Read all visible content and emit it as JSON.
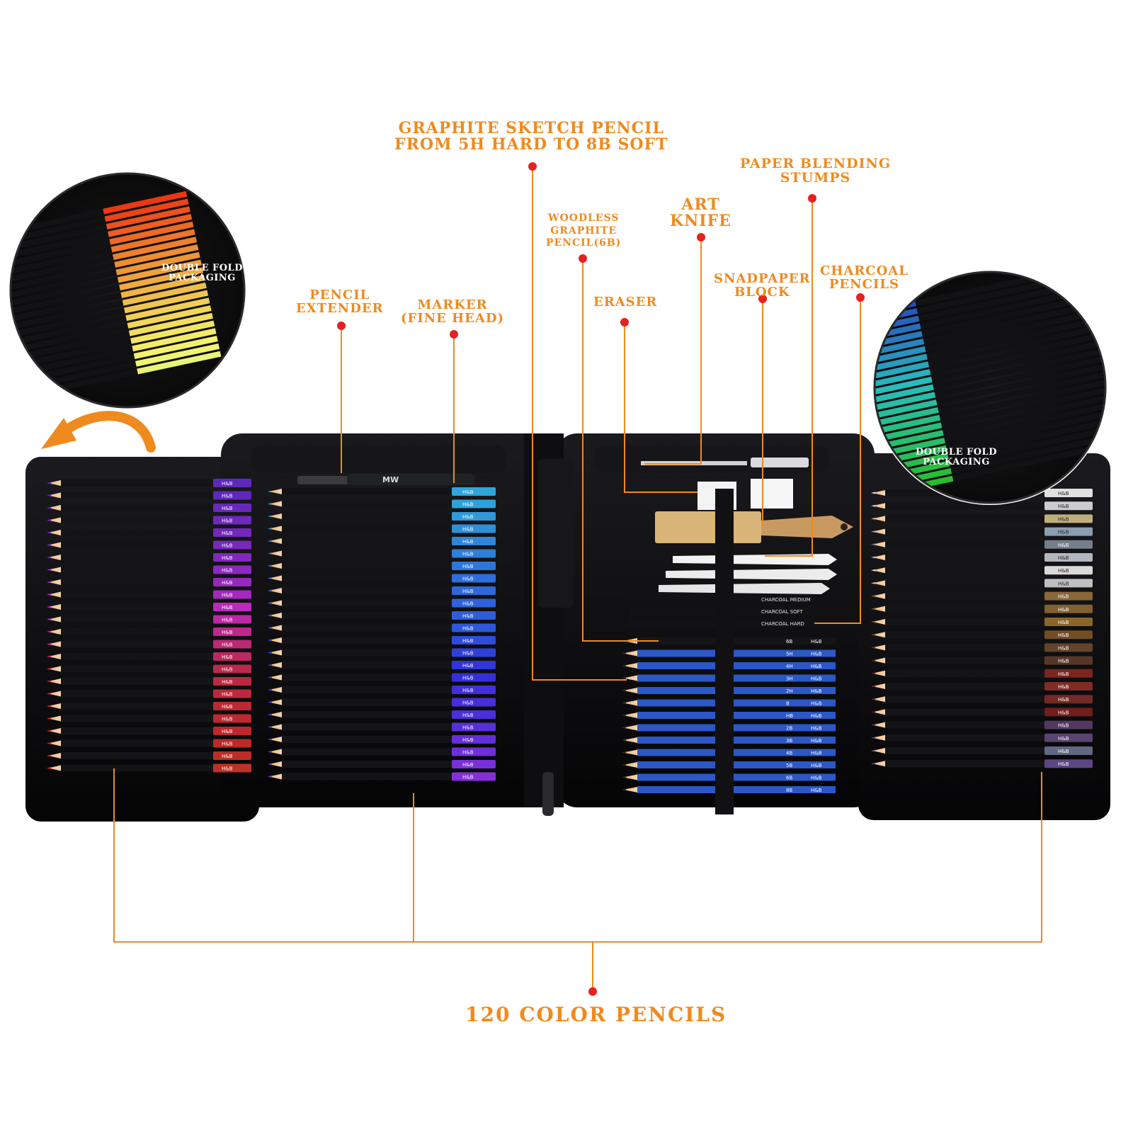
{
  "labels": {
    "graphite": [
      "GRAPHITE SKETCH PENCIL",
      "FROM 5H HARD TO 8B SOFT"
    ],
    "paper_stumps": [
      "PAPER BLENDING",
      "STUMPS"
    ],
    "art_knife": [
      "ART",
      "KNIFE"
    ],
    "woodless": [
      "WOODLESS",
      "GRAPHITE",
      "PENCIL(6B)"
    ],
    "snadpaper": [
      "SNADPAPER",
      "BLOCK"
    ],
    "charcoal": [
      "CHARCOAL",
      "PENCILS"
    ],
    "pencil_extender": [
      "PENCIL",
      "EXTENDER"
    ],
    "marker": [
      "MARKER",
      "(FINE HEAD)"
    ],
    "eraser": [
      "ERASER"
    ],
    "double_fold_left": [
      "DOUBLE FOLD",
      "PACKAGING"
    ],
    "double_fold_right": [
      "DOUBLE FOLD",
      "PACKAGING"
    ],
    "color_pencils": "120 COLOR PENCILS"
  },
  "brand": "H&B",
  "graphite_grades": [
    "6B",
    "5H",
    "4H",
    "3H",
    "2H",
    "B",
    "HB",
    "2B",
    "3B",
    "4B",
    "5B",
    "6B",
    "8B"
  ],
  "charcoal_pencils": [
    "CHARCOAL   MEDIUM",
    "CHARCOAL   SOFT",
    "CHARCOAL   HARD"
  ],
  "colors": {
    "accent": "#ef8a1f",
    "dot": "#e8201f",
    "case": "#0c0c0e"
  },
  "icons": {
    "arrow": "curved-arrow-icon"
  }
}
